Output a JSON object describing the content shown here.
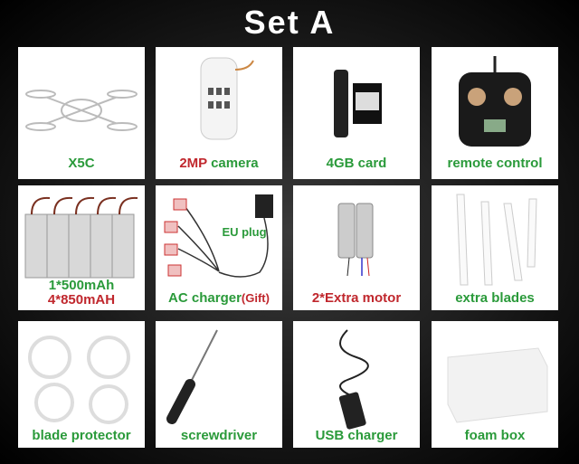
{
  "title": "Set A",
  "items": [
    {
      "label": "X5C"
    },
    {
      "label_red": "2MP",
      "label": "camera"
    },
    {
      "label": "4GB card"
    },
    {
      "label": "remote control"
    },
    {
      "label": "1*500mAh",
      "label2": "4*850mAH"
    },
    {
      "label": "AC charger",
      "label_red": "(Gift)",
      "sub": "EU plug"
    },
    {
      "label": "2*Extra motor"
    },
    {
      "label": "extra blades"
    },
    {
      "label": "blade protector"
    },
    {
      "label": "screwdriver"
    },
    {
      "label": "USB charger"
    },
    {
      "label": "foam box"
    }
  ]
}
